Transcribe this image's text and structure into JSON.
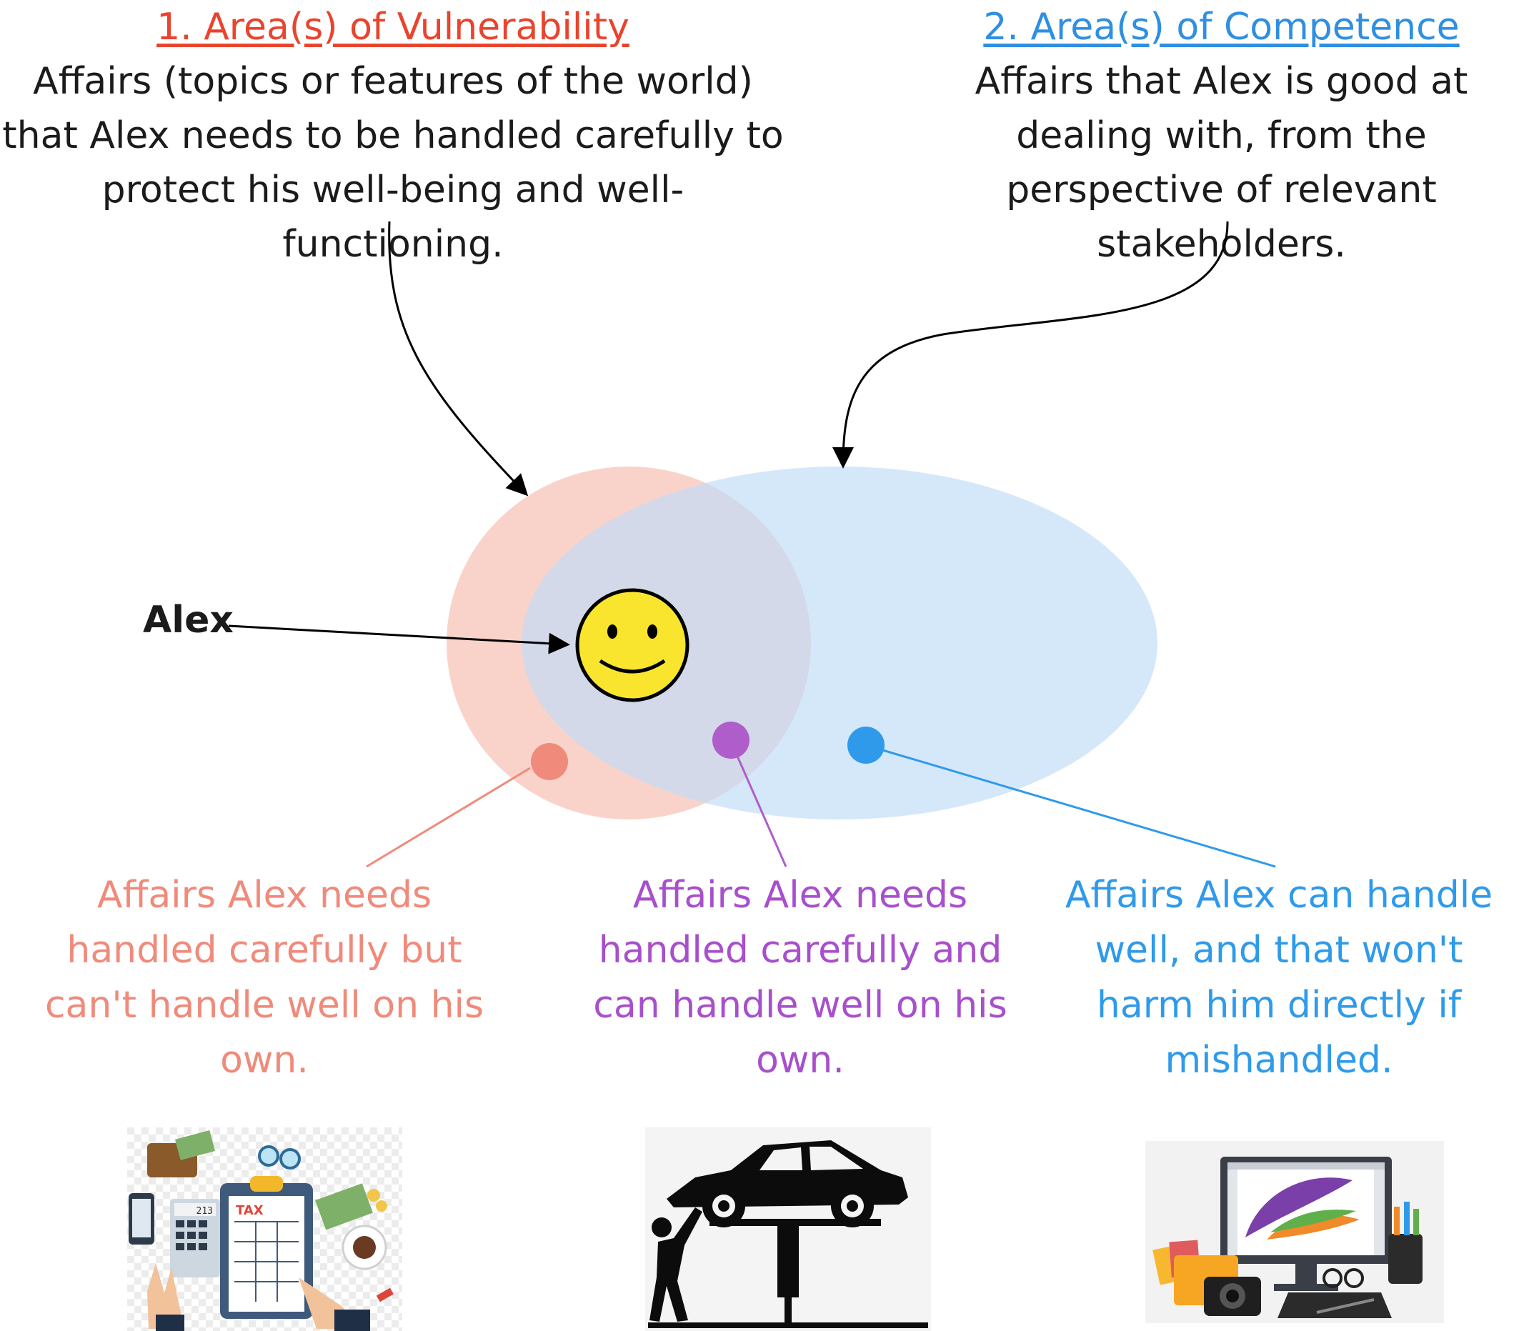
{
  "headers": {
    "vulnerability": {
      "title": "1. Area(s) of Vulnerability",
      "description": "Affairs (topics or features of the world) that Alex needs to be handled carefully to protect his well-being and well-functioning.",
      "color": "#e8442e"
    },
    "competence": {
      "title": "2. Area(s) of Competence",
      "description": "Affairs that Alex is good at dealing with, from the perspective of relevant stakeholders.",
      "color": "#2f8fe0"
    }
  },
  "person_label": "Alex",
  "person_icon": "smiley-face-icon",
  "callouts": [
    {
      "text": "Affairs Alex needs handled carefully but can't handle well on his own.",
      "color": "#f08a7a",
      "icon": "tax-paperwork-icon"
    },
    {
      "text": "Affairs Alex needs handled carefully and can handle well on his own.",
      "color": "#a84fcc",
      "icon": "car-repair-icon"
    },
    {
      "text": "Affairs Alex can handle well, and that won't harm him directly if mishandled.",
      "color": "#2f9aea",
      "icon": "digital-art-workstation-icon"
    }
  ],
  "illustration_text": {
    "tax_label": "TAX",
    "calculator_display": "213"
  },
  "colors": {
    "vulnerability_fill": "#f7c8bd",
    "competence_fill": "#bfdcf8",
    "overlap_dot": "#b05dcc",
    "smiley": "#fae52e"
  }
}
